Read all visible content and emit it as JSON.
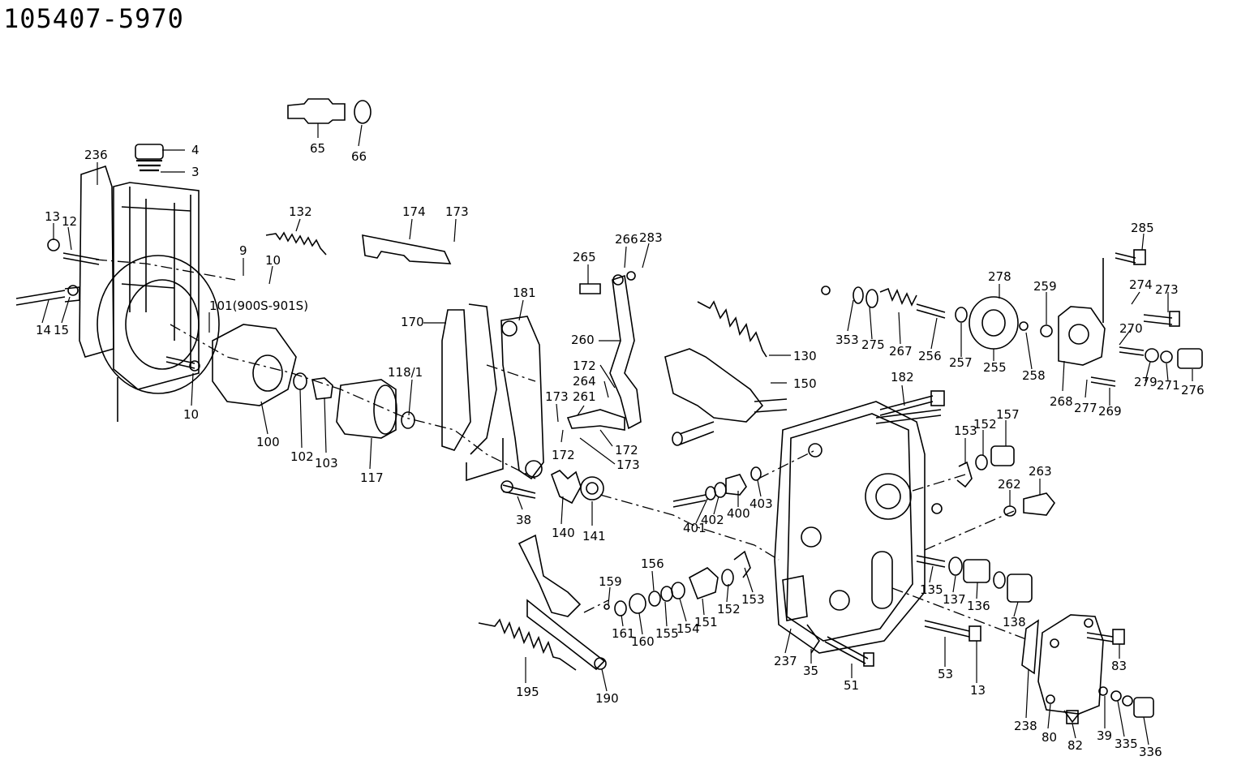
{
  "title": "105407-5970",
  "parts": [
    {
      "id": "p4",
      "label": "4"
    },
    {
      "id": "p3",
      "label": "3"
    },
    {
      "id": "p236",
      "label": "236"
    },
    {
      "id": "p13a",
      "label": "13"
    },
    {
      "id": "p12",
      "label": "12"
    },
    {
      "id": "p14",
      "label": "14"
    },
    {
      "id": "p15",
      "label": "15"
    },
    {
      "id": "p65",
      "label": "65"
    },
    {
      "id": "p66",
      "label": "66"
    },
    {
      "id": "p132",
      "label": "132"
    },
    {
      "id": "p9",
      "label": "9"
    },
    {
      "id": "p10a",
      "label": "10"
    },
    {
      "id": "p101",
      "label": "101(900S-901S)"
    },
    {
      "id": "p10b",
      "label": "10"
    },
    {
      "id": "p100",
      "label": "100"
    },
    {
      "id": "p102",
      "label": "102"
    },
    {
      "id": "p103",
      "label": "103"
    },
    {
      "id": "p117",
      "label": "117"
    },
    {
      "id": "p118",
      "label": "118/1"
    },
    {
      "id": "p174",
      "label": "174"
    },
    {
      "id": "p173a",
      "label": "173"
    },
    {
      "id": "p170",
      "label": "170"
    },
    {
      "id": "p181",
      "label": "181"
    },
    {
      "id": "p173b",
      "label": "173"
    },
    {
      "id": "p172a",
      "label": "172"
    },
    {
      "id": "p38",
      "label": "38"
    },
    {
      "id": "p140",
      "label": "140"
    },
    {
      "id": "p141",
      "label": "141"
    },
    {
      "id": "p265",
      "label": "265"
    },
    {
      "id": "p266",
      "label": "266"
    },
    {
      "id": "p283",
      "label": "283"
    },
    {
      "id": "p260",
      "label": "260"
    },
    {
      "id": "p172b",
      "label": "172"
    },
    {
      "id": "p264",
      "label": "264"
    },
    {
      "id": "p261",
      "label": "261"
    },
    {
      "id": "p172c",
      "label": "172"
    },
    {
      "id": "p173c",
      "label": "173"
    },
    {
      "id": "p130",
      "label": "130"
    },
    {
      "id": "p150",
      "label": "150"
    },
    {
      "id": "p353",
      "label": "353"
    },
    {
      "id": "p275",
      "label": "275"
    },
    {
      "id": "p267",
      "label": "267"
    },
    {
      "id": "p256",
      "label": "256"
    },
    {
      "id": "p278",
      "label": "278"
    },
    {
      "id": "p257",
      "label": "257"
    },
    {
      "id": "p255",
      "label": "255"
    },
    {
      "id": "p259",
      "label": "259"
    },
    {
      "id": "p258",
      "label": "258"
    },
    {
      "id": "p285",
      "label": "285"
    },
    {
      "id": "p274",
      "label": "274"
    },
    {
      "id": "p273",
      "label": "273"
    },
    {
      "id": "p270",
      "label": "270"
    },
    {
      "id": "p279",
      "label": "279"
    },
    {
      "id": "p271",
      "label": "271"
    },
    {
      "id": "p276",
      "label": "276"
    },
    {
      "id": "p268",
      "label": "268"
    },
    {
      "id": "p277",
      "label": "277"
    },
    {
      "id": "p269",
      "label": "269"
    },
    {
      "id": "p182",
      "label": "182"
    },
    {
      "id": "p153a",
      "label": "153"
    },
    {
      "id": "p152a",
      "label": "152"
    },
    {
      "id": "p157",
      "label": "157"
    },
    {
      "id": "p262",
      "label": "262"
    },
    {
      "id": "p263",
      "label": "263"
    },
    {
      "id": "p401",
      "label": "401"
    },
    {
      "id": "p402",
      "label": "402"
    },
    {
      "id": "p400",
      "label": "400"
    },
    {
      "id": "p403",
      "label": "403"
    },
    {
      "id": "p159",
      "label": "159"
    },
    {
      "id": "p156",
      "label": "156"
    },
    {
      "id": "p161",
      "label": "161"
    },
    {
      "id": "p160",
      "label": "160"
    },
    {
      "id": "p155",
      "label": "155"
    },
    {
      "id": "p154",
      "label": "154"
    },
    {
      "id": "p151",
      "label": "151"
    },
    {
      "id": "p152b",
      "label": "152"
    },
    {
      "id": "p153b",
      "label": "153"
    },
    {
      "id": "p135",
      "label": "135"
    },
    {
      "id": "p137",
      "label": "137"
    },
    {
      "id": "p136",
      "label": "136"
    },
    {
      "id": "p138",
      "label": "138"
    },
    {
      "id": "p195",
      "label": "195"
    },
    {
      "id": "p190",
      "label": "190"
    },
    {
      "id": "p237",
      "label": "237"
    },
    {
      "id": "p35",
      "label": "35"
    },
    {
      "id": "p51",
      "label": "51"
    },
    {
      "id": "p53",
      "label": "53"
    },
    {
      "id": "p13b",
      "label": "13"
    },
    {
      "id": "p238",
      "label": "238"
    },
    {
      "id": "p80",
      "label": "80"
    },
    {
      "id": "p82",
      "label": "82"
    },
    {
      "id": "p39",
      "label": "39"
    },
    {
      "id": "p335",
      "label": "335"
    },
    {
      "id": "p336",
      "label": "336"
    },
    {
      "id": "p83",
      "label": "83"
    }
  ]
}
